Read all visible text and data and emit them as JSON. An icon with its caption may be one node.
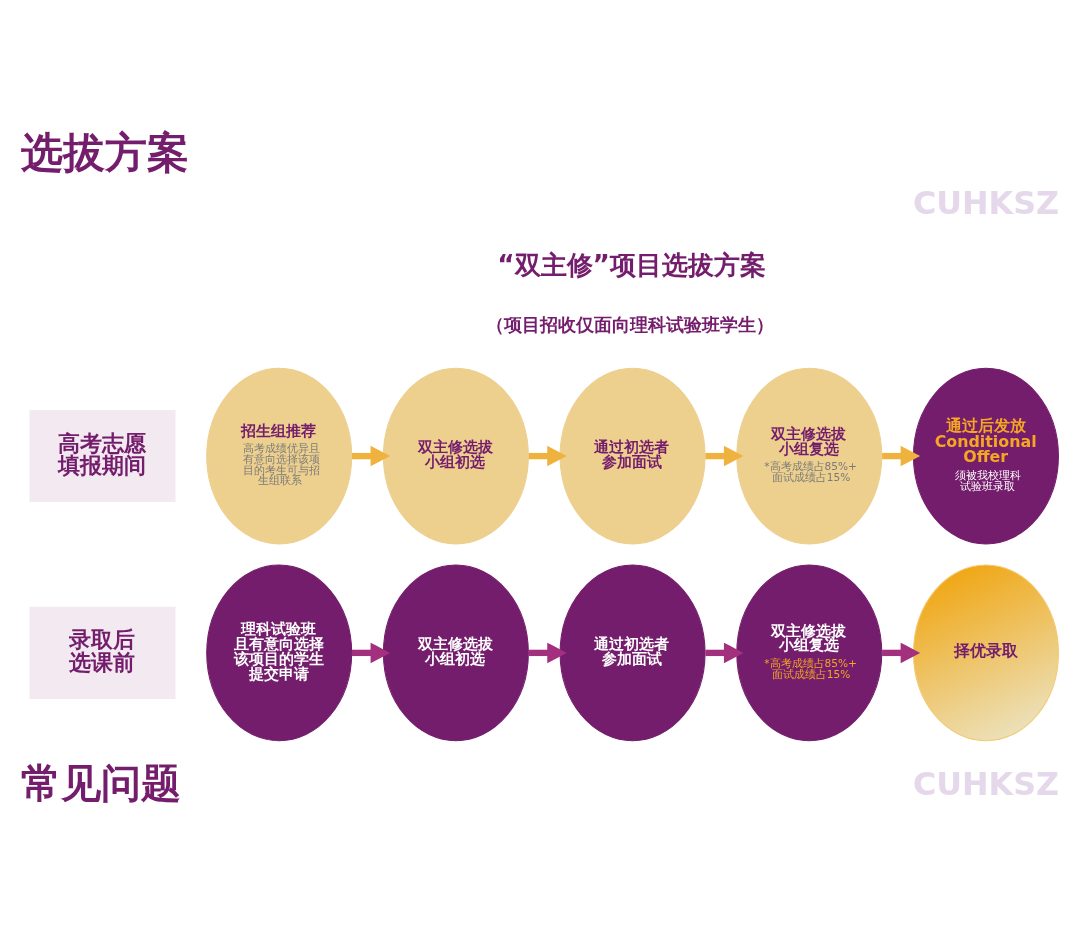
{
  "diagram": {
    "title": "选拔方案",
    "nodes": [
      {
        "text": [
          "高考志愿填报期间"
        ]
      },
      {
        "text": [
          "招生组推荐",
          "高考成绩优异且有意向选择该项目的考生可与招生组联系"
        ]
      },
      {
        "text": [
          "双主修选拔小组初选"
        ]
      },
      {
        "text": [
          "通过初选者参加面试"
        ]
      },
      {
        "text": [
          "双主修选拔小组复选",
          "*高考成绩占85%+面试成绩占15%"
        ]
      },
      {
        "text": [
          "通过后发放 Conditional Offer",
          "须被我校理科试验班录取"
        ]
      },
      {
        "text": [
          "录取后选课前"
        ]
      },
      {
        "text": [
          "理科试验班且有意向选择该项目的学生提交申请"
        ]
      },
      {
        "text": [
          "双主修选拔小组初选"
        ]
      },
      {
        "text": [
          "通过初选者参加面试"
        ]
      },
      {
        "text": [
          "双主修选拔小组复选",
          "*高考成绩占85%+面试成绩占15%"
        ]
      },
      {
        "text": [
          "择优录取"
        ]
      }
    ],
    "edges": [
      {
        "from": 1,
        "to": 2,
        "arrow": "to",
        "color": "#f0b23e"
      },
      {
        "from": 2,
        "to": 3,
        "arrow": "to",
        "color": "#f0b23e"
      },
      {
        "from": 3,
        "to": 4,
        "arrow": "to",
        "color": "#f0b23e"
      },
      {
        "from": 4,
        "to": 5,
        "arrow": "to",
        "color": "#f0b23e"
      },
      {
        "from": 7,
        "to": 8,
        "arrow": "to",
        "color": "#a3307f"
      },
      {
        "from": 8,
        "to": 9,
        "arrow": "to",
        "color": "#a3307f"
      },
      {
        "from": 9,
        "to": 10,
        "arrow": "to",
        "color": "#a3307f"
      },
      {
        "from": 10,
        "to": 11,
        "arrow": "to",
        "color": "#a3307f"
      }
    ],
    "labels": [
      "CUHKSZ",
      "“双主修”项目选拔方案",
      "（项目招收仅面向理科试验班学生）",
      "常见问题",
      "CUHKSZ"
    ]
  }
}
